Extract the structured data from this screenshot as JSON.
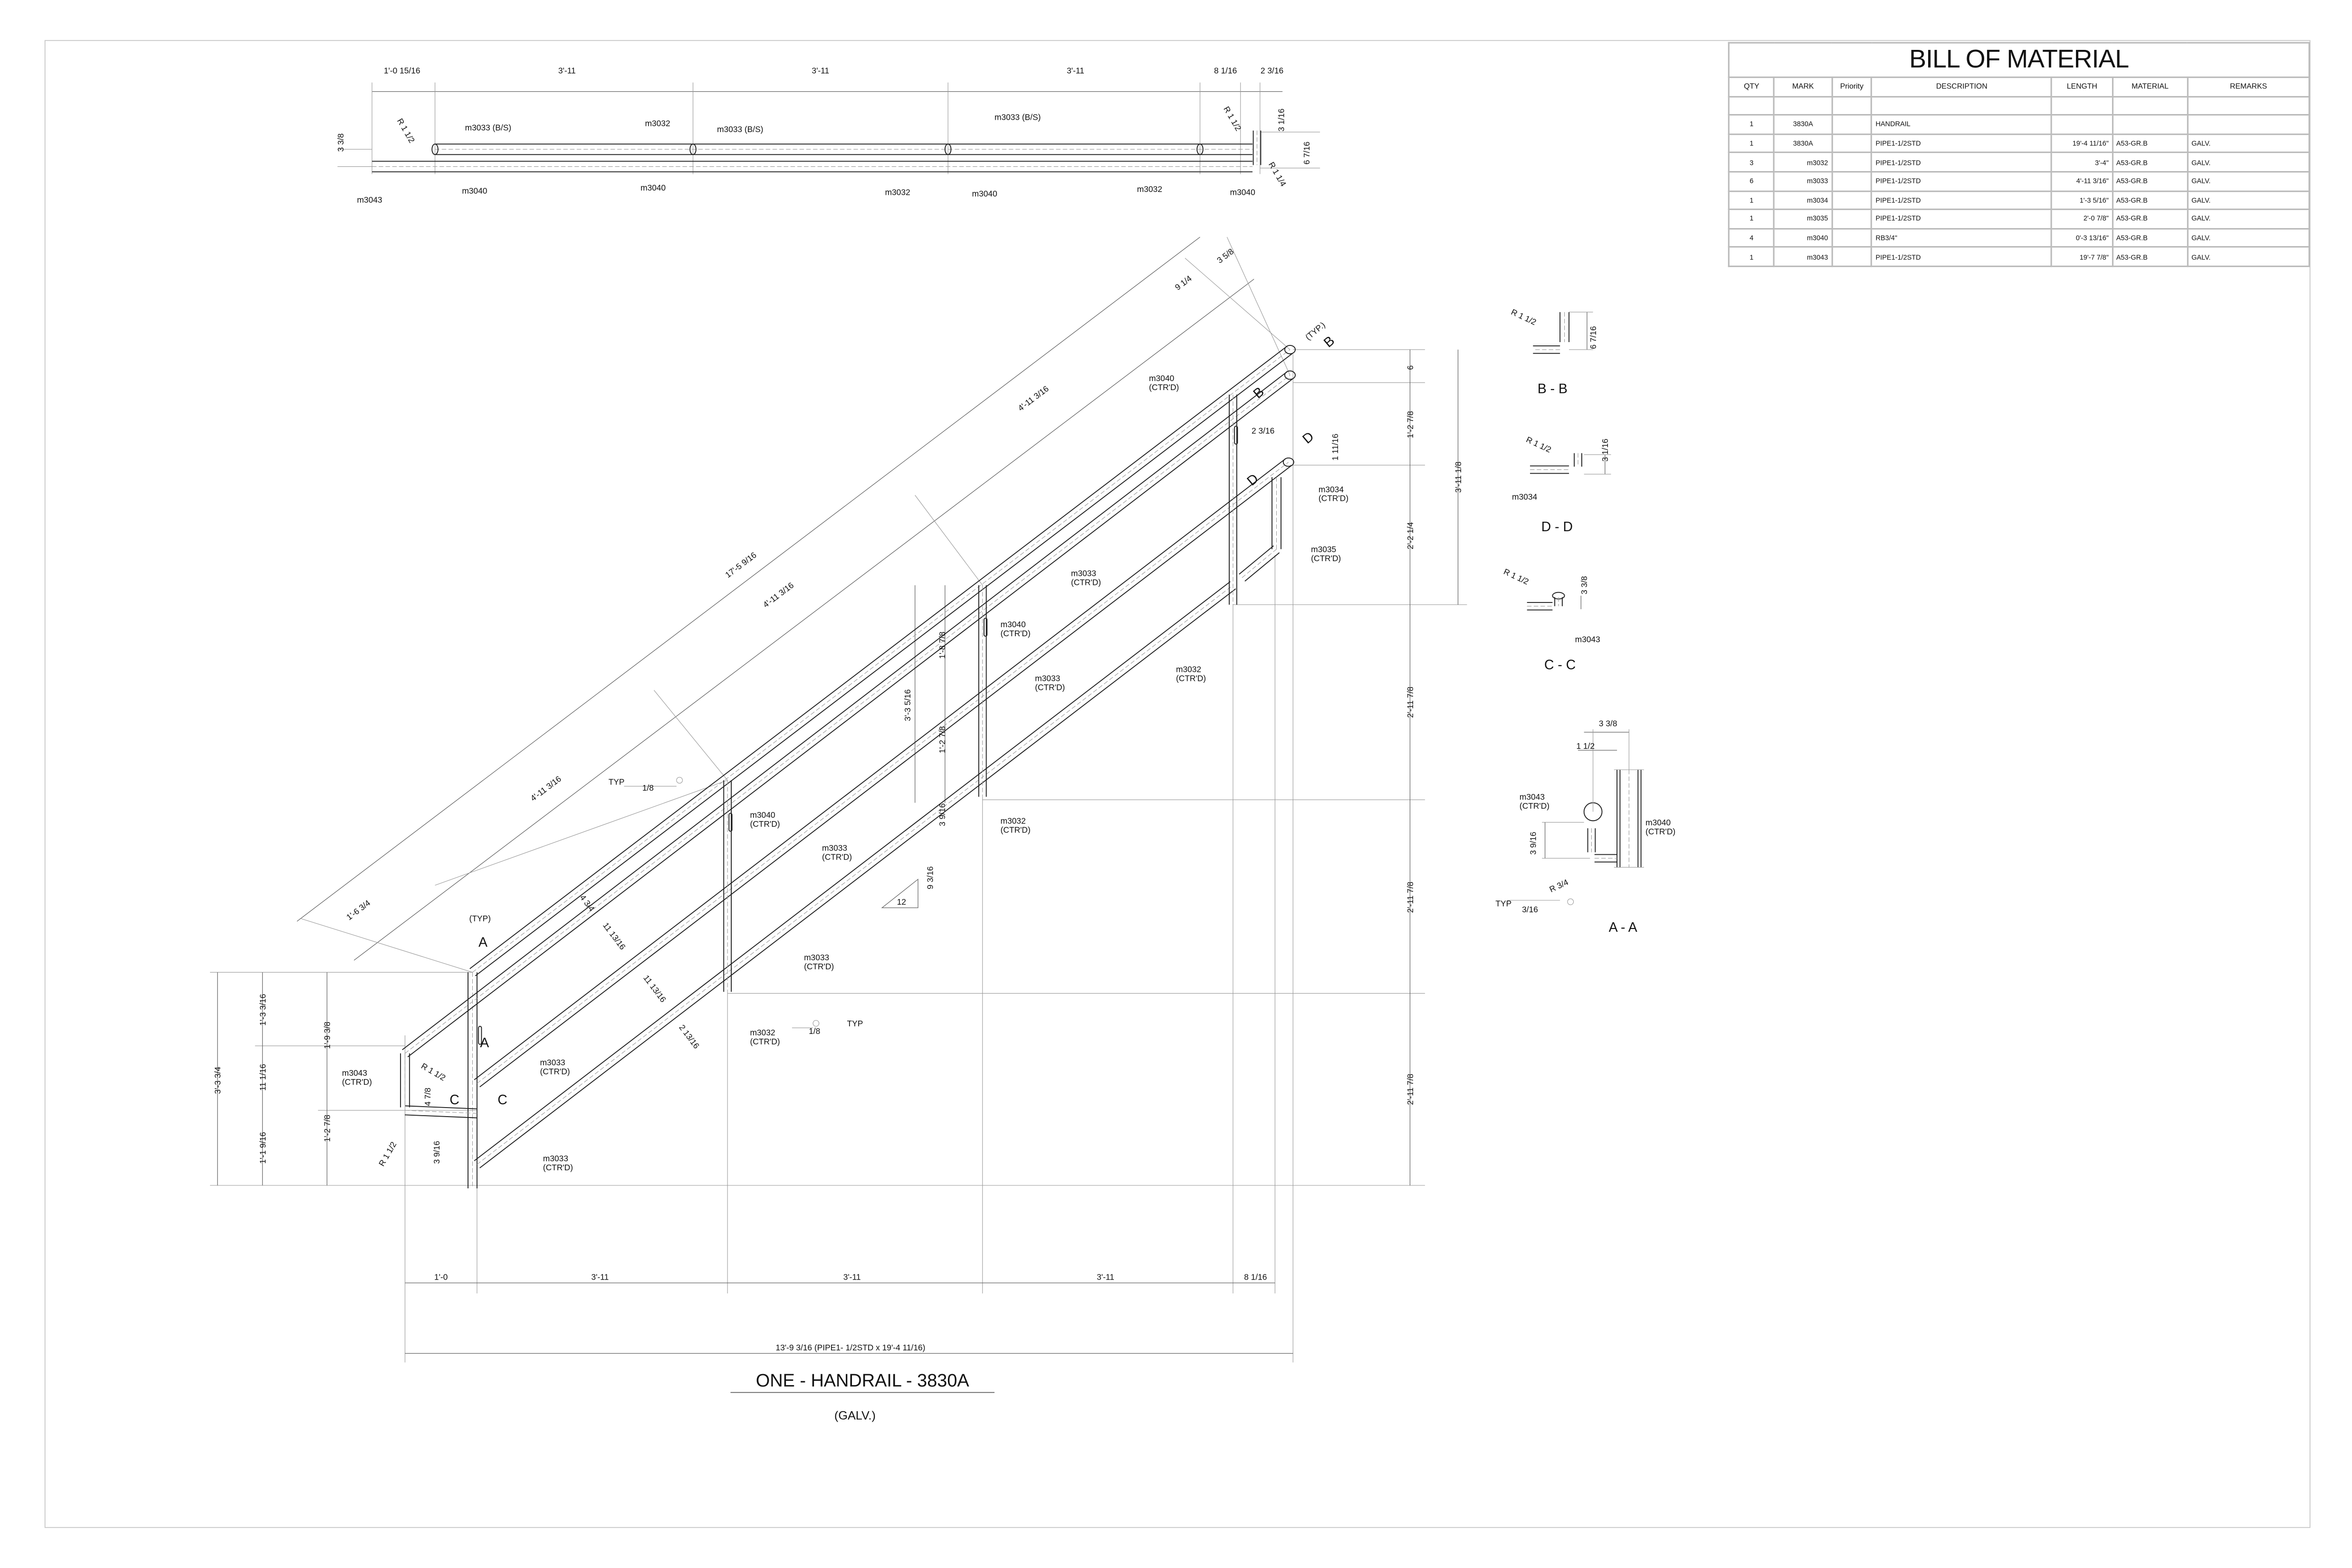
{
  "bom": {
    "title": "BILL OF MATERIAL",
    "headers": [
      "QTY",
      "MARK",
      "Priority",
      "DESCRIPTION",
      "LENGTH",
      "MATERIAL",
      "REMARKS"
    ],
    "rows": [
      {
        "qty": "1",
        "mark": "3830A",
        "priority": "",
        "description": "HANDRAIL",
        "length": "",
        "material": "",
        "remarks": ""
      },
      {
        "qty": "1",
        "mark": "3830A",
        "priority": "",
        "description": "PIPE1-1/2STD",
        "length": "19'-4 11/16\"",
        "material": "A53-GR.B",
        "remarks": "GALV."
      },
      {
        "qty": "3",
        "mark": "m3032",
        "priority": "",
        "description": "PIPE1-1/2STD",
        "length": "3'-4\"",
        "material": "A53-GR.B",
        "remarks": "GALV."
      },
      {
        "qty": "6",
        "mark": "m3033",
        "priority": "",
        "description": "PIPE1-1/2STD",
        "length": "4'-11 3/16\"",
        "material": "A53-GR.B",
        "remarks": "GALV."
      },
      {
        "qty": "1",
        "mark": "m3034",
        "priority": "",
        "description": "PIPE1-1/2STD",
        "length": "1'-3 5/16\"",
        "material": "A53-GR.B",
        "remarks": "GALV."
      },
      {
        "qty": "1",
        "mark": "m3035",
        "priority": "",
        "description": "PIPE1-1/2STD",
        "length": "2'-0 7/8\"",
        "material": "A53-GR.B",
        "remarks": "GALV."
      },
      {
        "qty": "4",
        "mark": "m3040",
        "priority": "",
        "description": "RB3/4\"",
        "length": "0'-3 13/16\"",
        "material": "A53-GR.B",
        "remarks": "GALV."
      },
      {
        "qty": "1",
        "mark": "m3043",
        "priority": "",
        "description": "PIPE1-1/2STD",
        "length": "19'-7 7/8\"",
        "material": "A53-GR.B",
        "remarks": "GALV."
      }
    ]
  },
  "plan_view": {
    "dims": [
      "1'-0 15/16",
      "3'-11",
      "3'-11",
      "3'-11",
      "8 1/16",
      "2 3/16",
      "3 3/8",
      "3 1/16",
      "6 7/16",
      "R 1 1/2",
      "R 1 1/2",
      "R 1 1/4"
    ],
    "labels": [
      "m3033  (B/S)",
      "m3032",
      "m3033  (B/S)",
      "m3033  (B/S)",
      "m3043",
      "m3040",
      "m3040",
      "m3032",
      "m3040",
      "m3032",
      "m3040"
    ]
  },
  "main_view": {
    "callouts": [
      {
        "mark": "m3040",
        "note": "(CTR'D)"
      },
      {
        "mark": "m3034",
        "note": "(CTR'D)"
      },
      {
        "mark": "m3035",
        "note": "(CTR'D)"
      },
      {
        "mark": "m3033",
        "note": "(CTR'D)"
      },
      {
        "mark": "m3040",
        "note": "(CTR'D)"
      },
      {
        "mark": "m3033",
        "note": "(CTR'D)"
      },
      {
        "mark": "m3032",
        "note": "(CTR'D)"
      },
      {
        "mark": "m3040",
        "note": "(CTR'D)"
      },
      {
        "mark": "m3032",
        "note": "(CTR'D)"
      },
      {
        "mark": "m3033",
        "note": "(CTR'D)"
      },
      {
        "mark": "m3033",
        "note": "(CTR'D)"
      },
      {
        "mark": "m3032",
        "note": "(CTR'D)"
      },
      {
        "mark": "m3043",
        "note": "(CTR'D)"
      },
      {
        "mark": "m3033",
        "note": "(CTR'D)"
      },
      {
        "mark": "m3033",
        "note": "(CTR'D)"
      }
    ],
    "dims": [
      "17'-5 9/16",
      "4'-11 3/16",
      "4'-11 3/16",
      "4'-11 3/16",
      "1'-6 3/4",
      "9 1/4",
      "3 5/8",
      "4 3/4",
      "11 13/16",
      "11 13/16",
      "2 13/16",
      "6",
      "1'-2 7/8",
      "2'-2 1/4",
      "3'-11 1/8",
      "2'-11 7/8",
      "2'-11 7/8",
      "2'-11 7/8",
      "2 3/16",
      "1 11/16",
      "1'-8 7/8",
      "3'-3 5/16",
      "1'-2 7/8",
      "3 9/16",
      "9 3/16",
      "12",
      "3'-3 3/4",
      "1'-3 3/16",
      "1'-9 3/8",
      "11 1/16",
      "1'-2 7/8",
      "1'-1 9/16",
      "R 1 1/2",
      "4 7/8",
      "R 1 1/2",
      "3 9/16",
      "1'-0",
      "3'-11",
      "3'-11",
      "3'-11",
      "8 1/16",
      "13'-9 3/16 (PIPE1- 1/2STD x 19'-4  11/16)"
    ],
    "markers": [
      "(TYP.)",
      "B",
      "B",
      "D",
      "D",
      "(TYP)",
      "A",
      "A",
      "C",
      "C",
      "TYP",
      "1/8",
      "1/8",
      "TYP"
    ]
  },
  "sections": {
    "bb": {
      "title": "B - B",
      "dims": [
        "R 1 1/2",
        "6 7/16"
      ]
    },
    "dd": {
      "title": "D - D",
      "dims": [
        "R 1 1/2",
        "3 1/16"
      ],
      "label": "m3034"
    },
    "cc": {
      "title": "C - C",
      "dims": [
        "R 1 1/2",
        "3 3/8"
      ],
      "label": "m3043"
    },
    "aa": {
      "title": "A - A",
      "dims": [
        "3 3/8",
        "1 1/2",
        "3 9/16",
        "R 3/4",
        "3/16"
      ],
      "typ": "TYP",
      "callouts": [
        {
          "mark": "m3043",
          "note": "(CTR'D)"
        },
        {
          "mark": "m3040",
          "note": "(CTR'D)"
        }
      ]
    }
  },
  "title": {
    "main": "ONE - HANDRAIL - 3830A",
    "sub": "(GALV.)"
  }
}
